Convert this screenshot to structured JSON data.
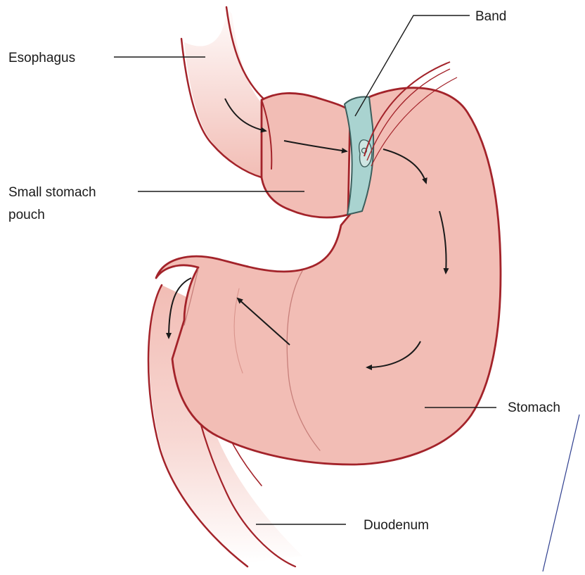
{
  "labels": {
    "esophagus": "Esophagus",
    "band": "Band",
    "pouch_line1": "Small stomach",
    "pouch_line2": "pouch",
    "stomach": "Stomach",
    "duodenum": "Duodenum"
  },
  "colors": {
    "tissue": "#f2bdb5",
    "tissue_shade": "#e9a9a0",
    "outline": "#a3232a",
    "band": "#a9d3d0",
    "band_outline": "#3c5e5c",
    "leader": "#1a1a1a",
    "accent_line": "#2f3f8f"
  },
  "icons": [
    "flow-arrow-icon"
  ]
}
